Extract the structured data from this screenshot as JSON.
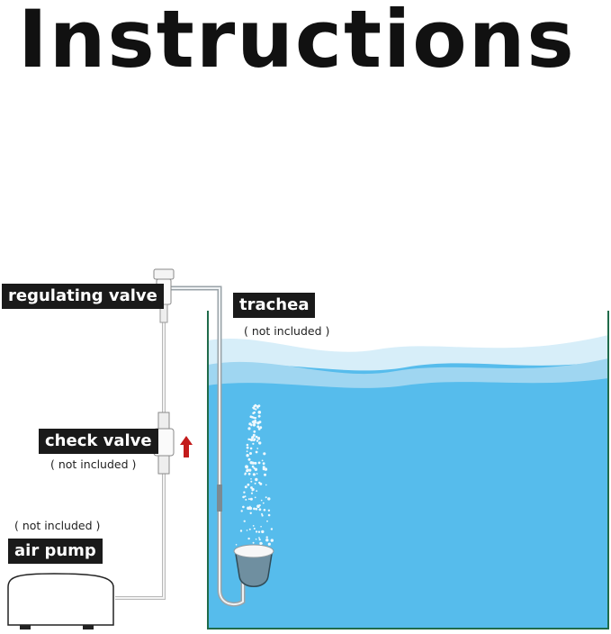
{
  "title": "Instructions",
  "labels": {
    "regulating_valve": "regulating valve",
    "trachea": "trachea",
    "check_valve": "check valve",
    "air_pump": "air pump"
  },
  "notes": {
    "trachea_note": "( not included )",
    "check_valve_note": "( not included )",
    "air_pump_note": "( not included )"
  },
  "colors": {
    "water": "#56bcec",
    "wave_light": "#bfe3f5",
    "tank_wall": "#1f6b4a",
    "arrow": "#c31b1b",
    "label_bg": "#1a1a1a"
  }
}
